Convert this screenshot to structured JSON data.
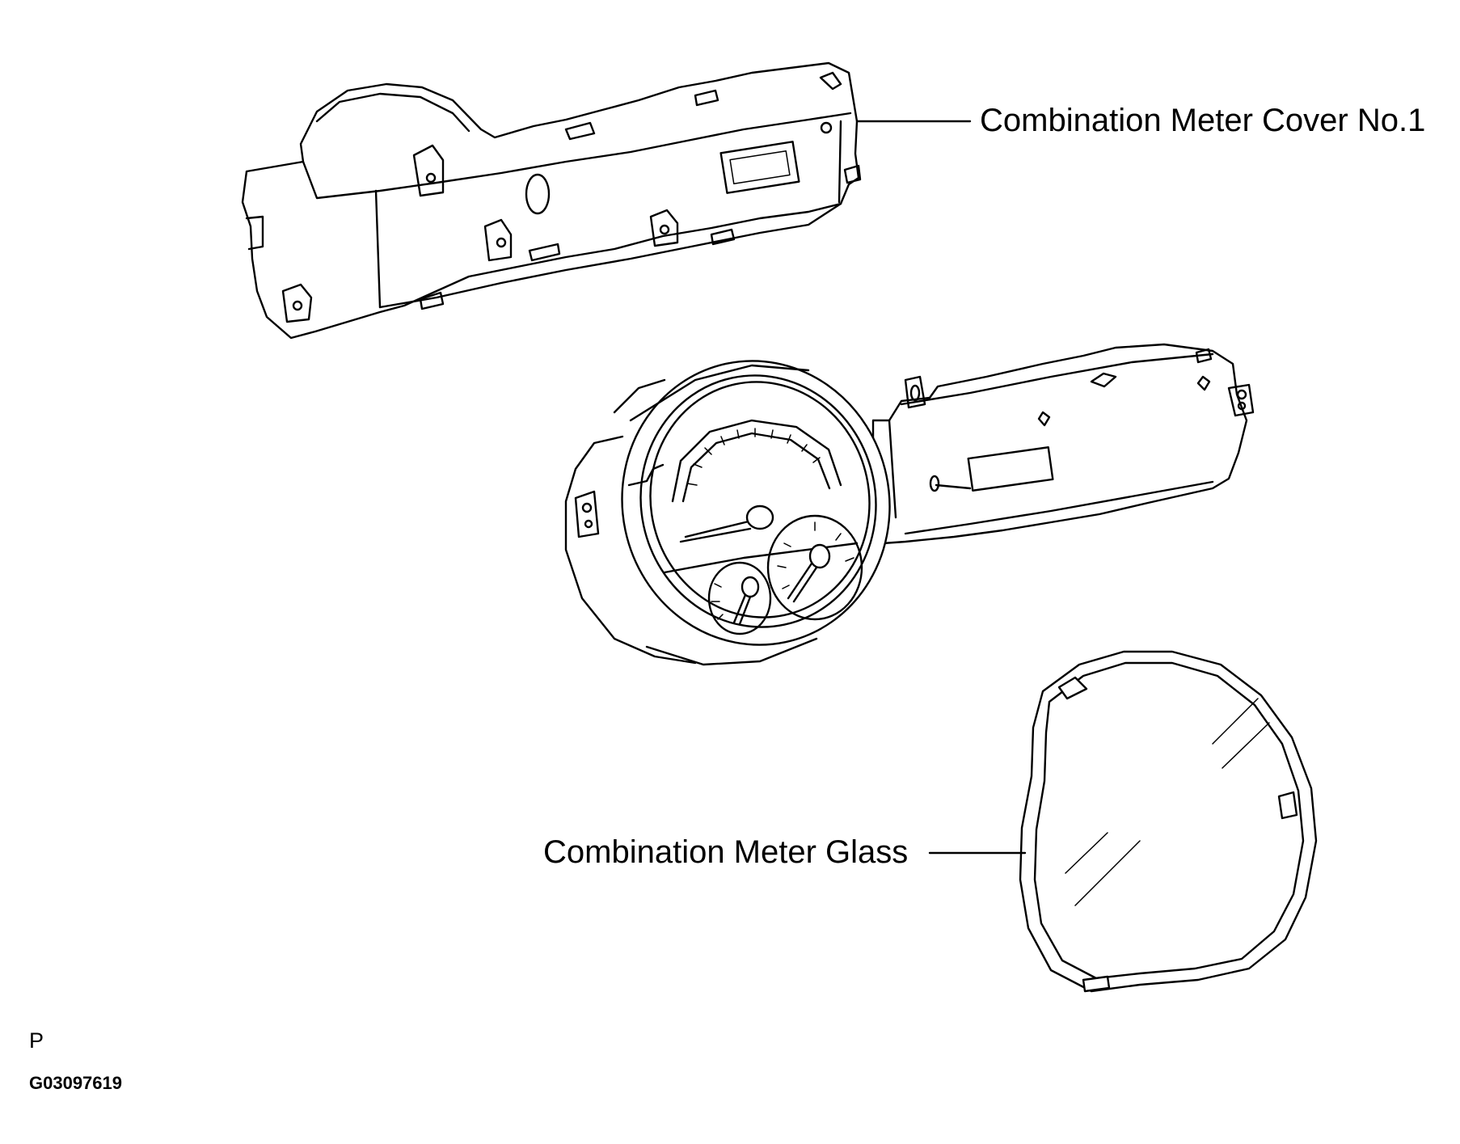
{
  "labels": {
    "cover": "Combination Meter Cover No.1",
    "glass": "Combination Meter Glass",
    "section": "P",
    "code": "G03097619"
  },
  "colors": {
    "ink": "#000000",
    "paper": "#ffffff"
  }
}
